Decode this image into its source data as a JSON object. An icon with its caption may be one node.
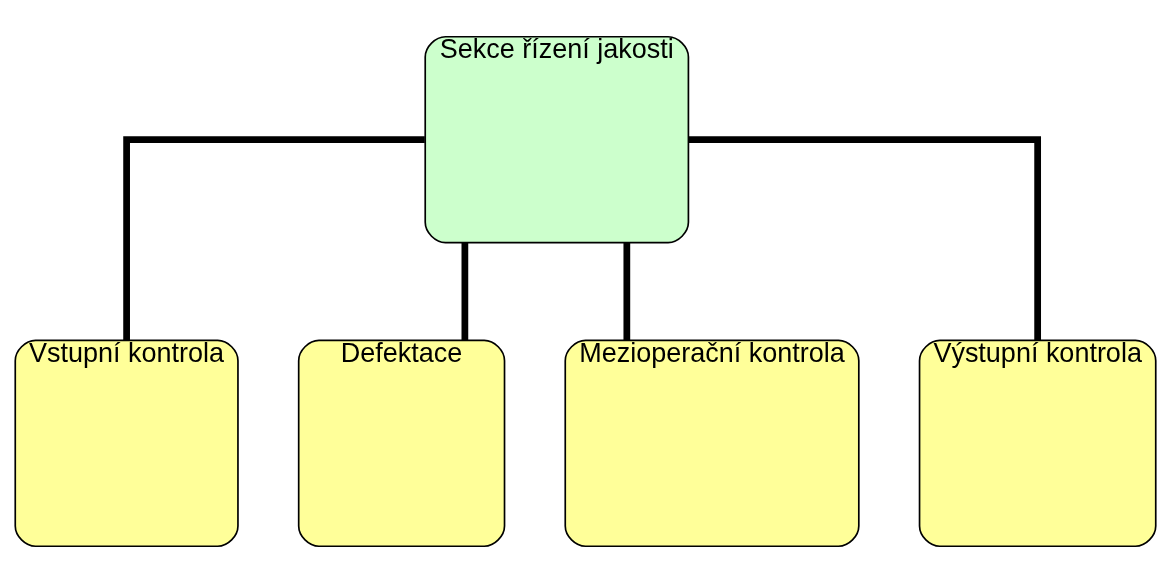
{
  "diagram": {
    "nodes": [
      {
        "text": [
          "Sekce řízení jakosti"
        ]
      },
      {
        "text": [
          "Vstupní kontrola"
        ]
      },
      {
        "text": [
          "Defektace"
        ]
      },
      {
        "text": [
          "Mezioperační kontrola"
        ]
      },
      {
        "text": [
          "Výstupní kontrola"
        ]
      }
    ],
    "edges": [
      {
        "from": 0,
        "to": 1,
        "arrow": "none"
      },
      {
        "from": 0,
        "to": 2,
        "arrow": "none"
      },
      {
        "from": 0,
        "to": 3,
        "arrow": "none"
      },
      {
        "from": 0,
        "to": 4,
        "arrow": "none"
      }
    ]
  }
}
